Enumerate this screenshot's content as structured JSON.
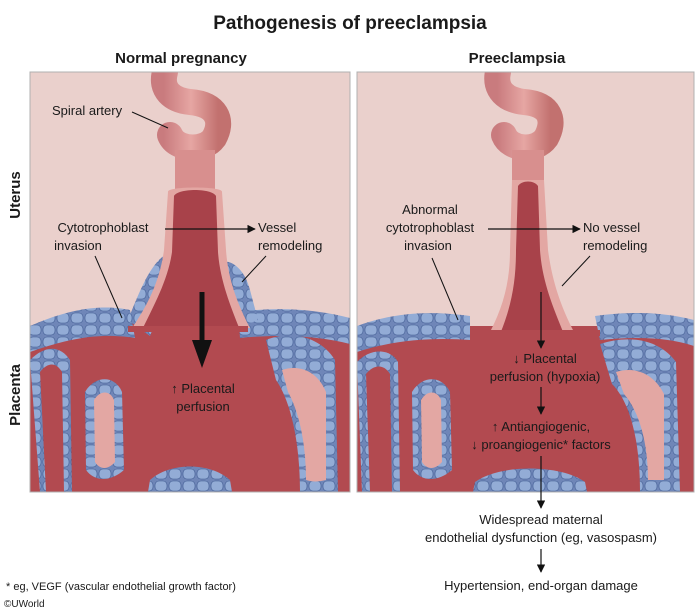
{
  "title": "Pathogenesis of preeclampsia",
  "panels": {
    "normal": {
      "title": "Normal pregnancy",
      "spiral_artery": "Spiral artery",
      "cytotrophoblast": [
        "Cytotrophoblast",
        "invasion"
      ],
      "remodeling": [
        "Vessel",
        "remodeling"
      ],
      "perfusion": [
        "↑ Placental",
        "perfusion"
      ]
    },
    "preeclampsia": {
      "title": "Preeclampsia",
      "cytotrophoblast": [
        "Abnormal",
        "cytotrophoblast",
        "invasion"
      ],
      "remodeling": [
        "No vessel",
        "remodeling"
      ],
      "perfusion": [
        "↓ Placental",
        "perfusion (hypoxia)"
      ],
      "factors": [
        "↑ Antiangiogenic,",
        "↓ proangiogenic* factors"
      ]
    }
  },
  "side_labels": {
    "uterus": "Uterus",
    "placenta": "Placenta"
  },
  "flow": {
    "dysfunction": [
      "Widespread maternal",
      "endothelial dysfunction (eg, vasospasm)"
    ],
    "outcome": "Hypertension, end-organ damage"
  },
  "footnote": "* eg, VEGF (vascular endothelial growth factor)",
  "copyright": "©UWorld",
  "colors": {
    "uterus_bg": "#ead0cc",
    "placenta_bg": "#b24a50",
    "vessel": "#a8424a",
    "vessel_wall": "#e3a7a3",
    "cells": "#93acd6",
    "cell_edge": "#3f5a91"
  }
}
